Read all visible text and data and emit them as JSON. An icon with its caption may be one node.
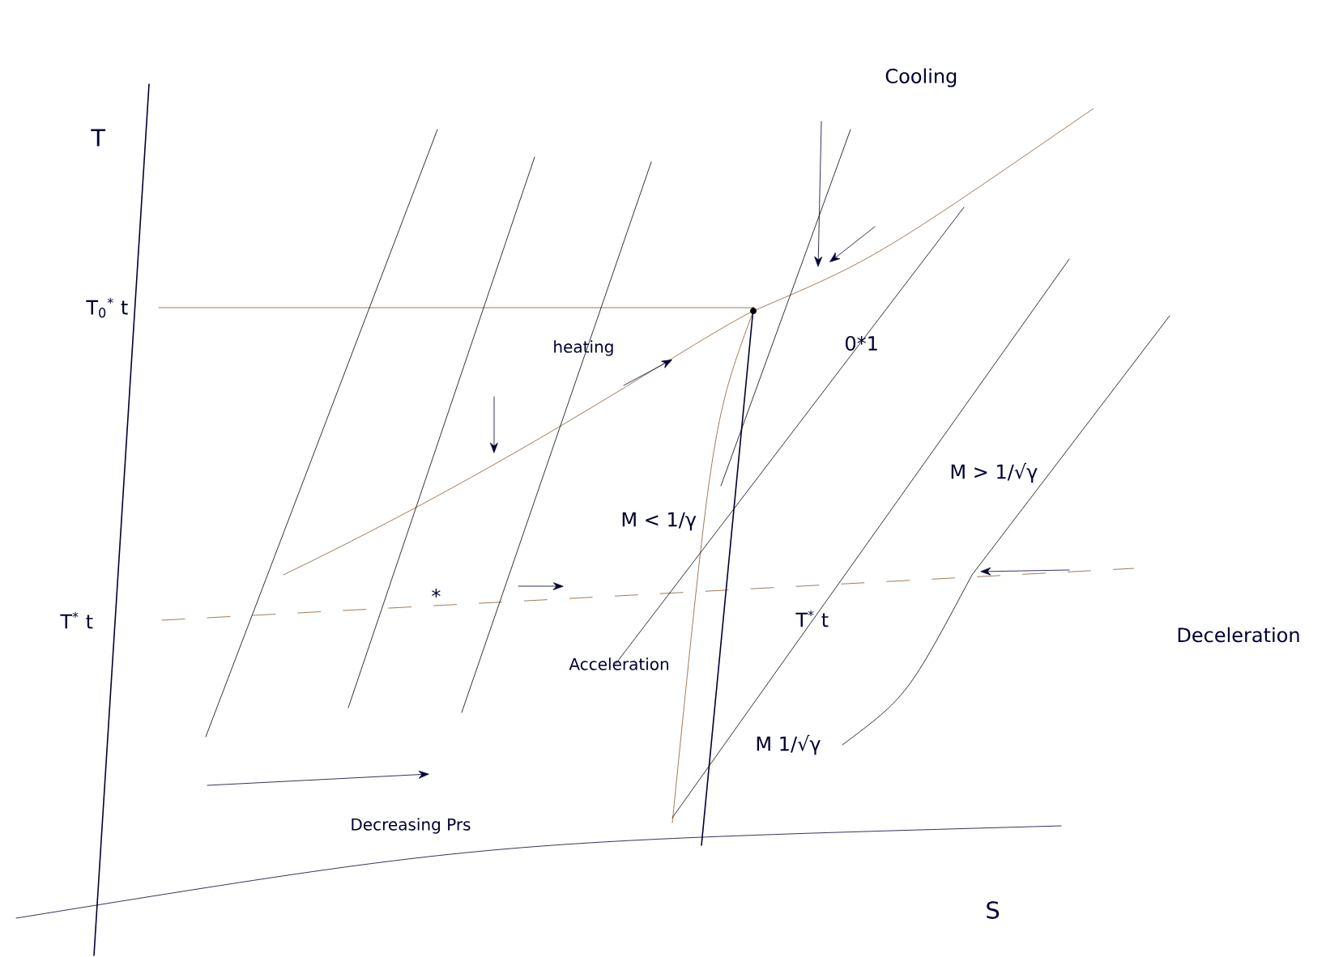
{
  "diagram": {
    "labels": [
      "Cooling",
      "T",
      "T$_{0}$$^{*}$ t",
      "heating",
      "0*1",
      "M > 1/√γ",
      "M < 1/γ",
      "T$^{*}$ t",
      "*",
      "T$^{*}$ t",
      "Deceleration",
      "Acceleration",
      "M 1/√γ",
      "Decreasing Prs",
      "S"
    ]
  }
}
